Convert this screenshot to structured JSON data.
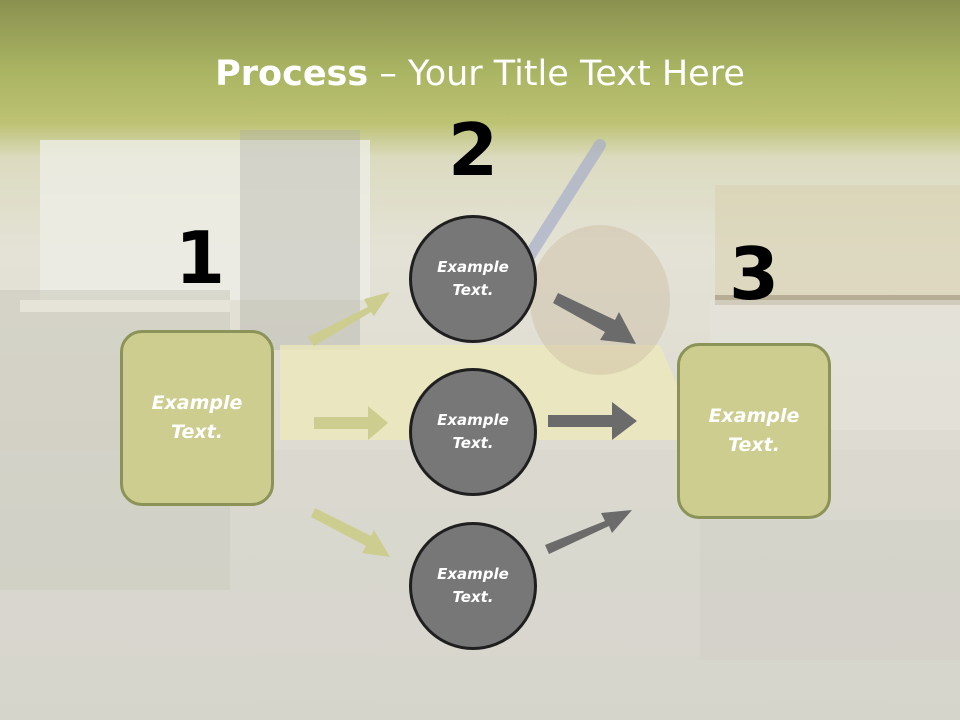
{
  "title": {
    "strong": "Process",
    "rest": " – Your Title Text Here"
  },
  "steps": {
    "one": "1",
    "two": "2",
    "three": "3"
  },
  "boxes": {
    "left": "Example Text.",
    "right": "Example Text."
  },
  "circles": {
    "top": "Example Text.",
    "middle": "Example Text.",
    "bottom": "Example Text."
  },
  "colors": {
    "box_fill": "#cccd8f",
    "box_border": "#8c9358",
    "circle_fill": "#777777",
    "circle_border": "#1f1f1f",
    "arrow_light": "#cccd8f",
    "arrow_dark": "#6b6b6b",
    "header": "#aab563"
  }
}
